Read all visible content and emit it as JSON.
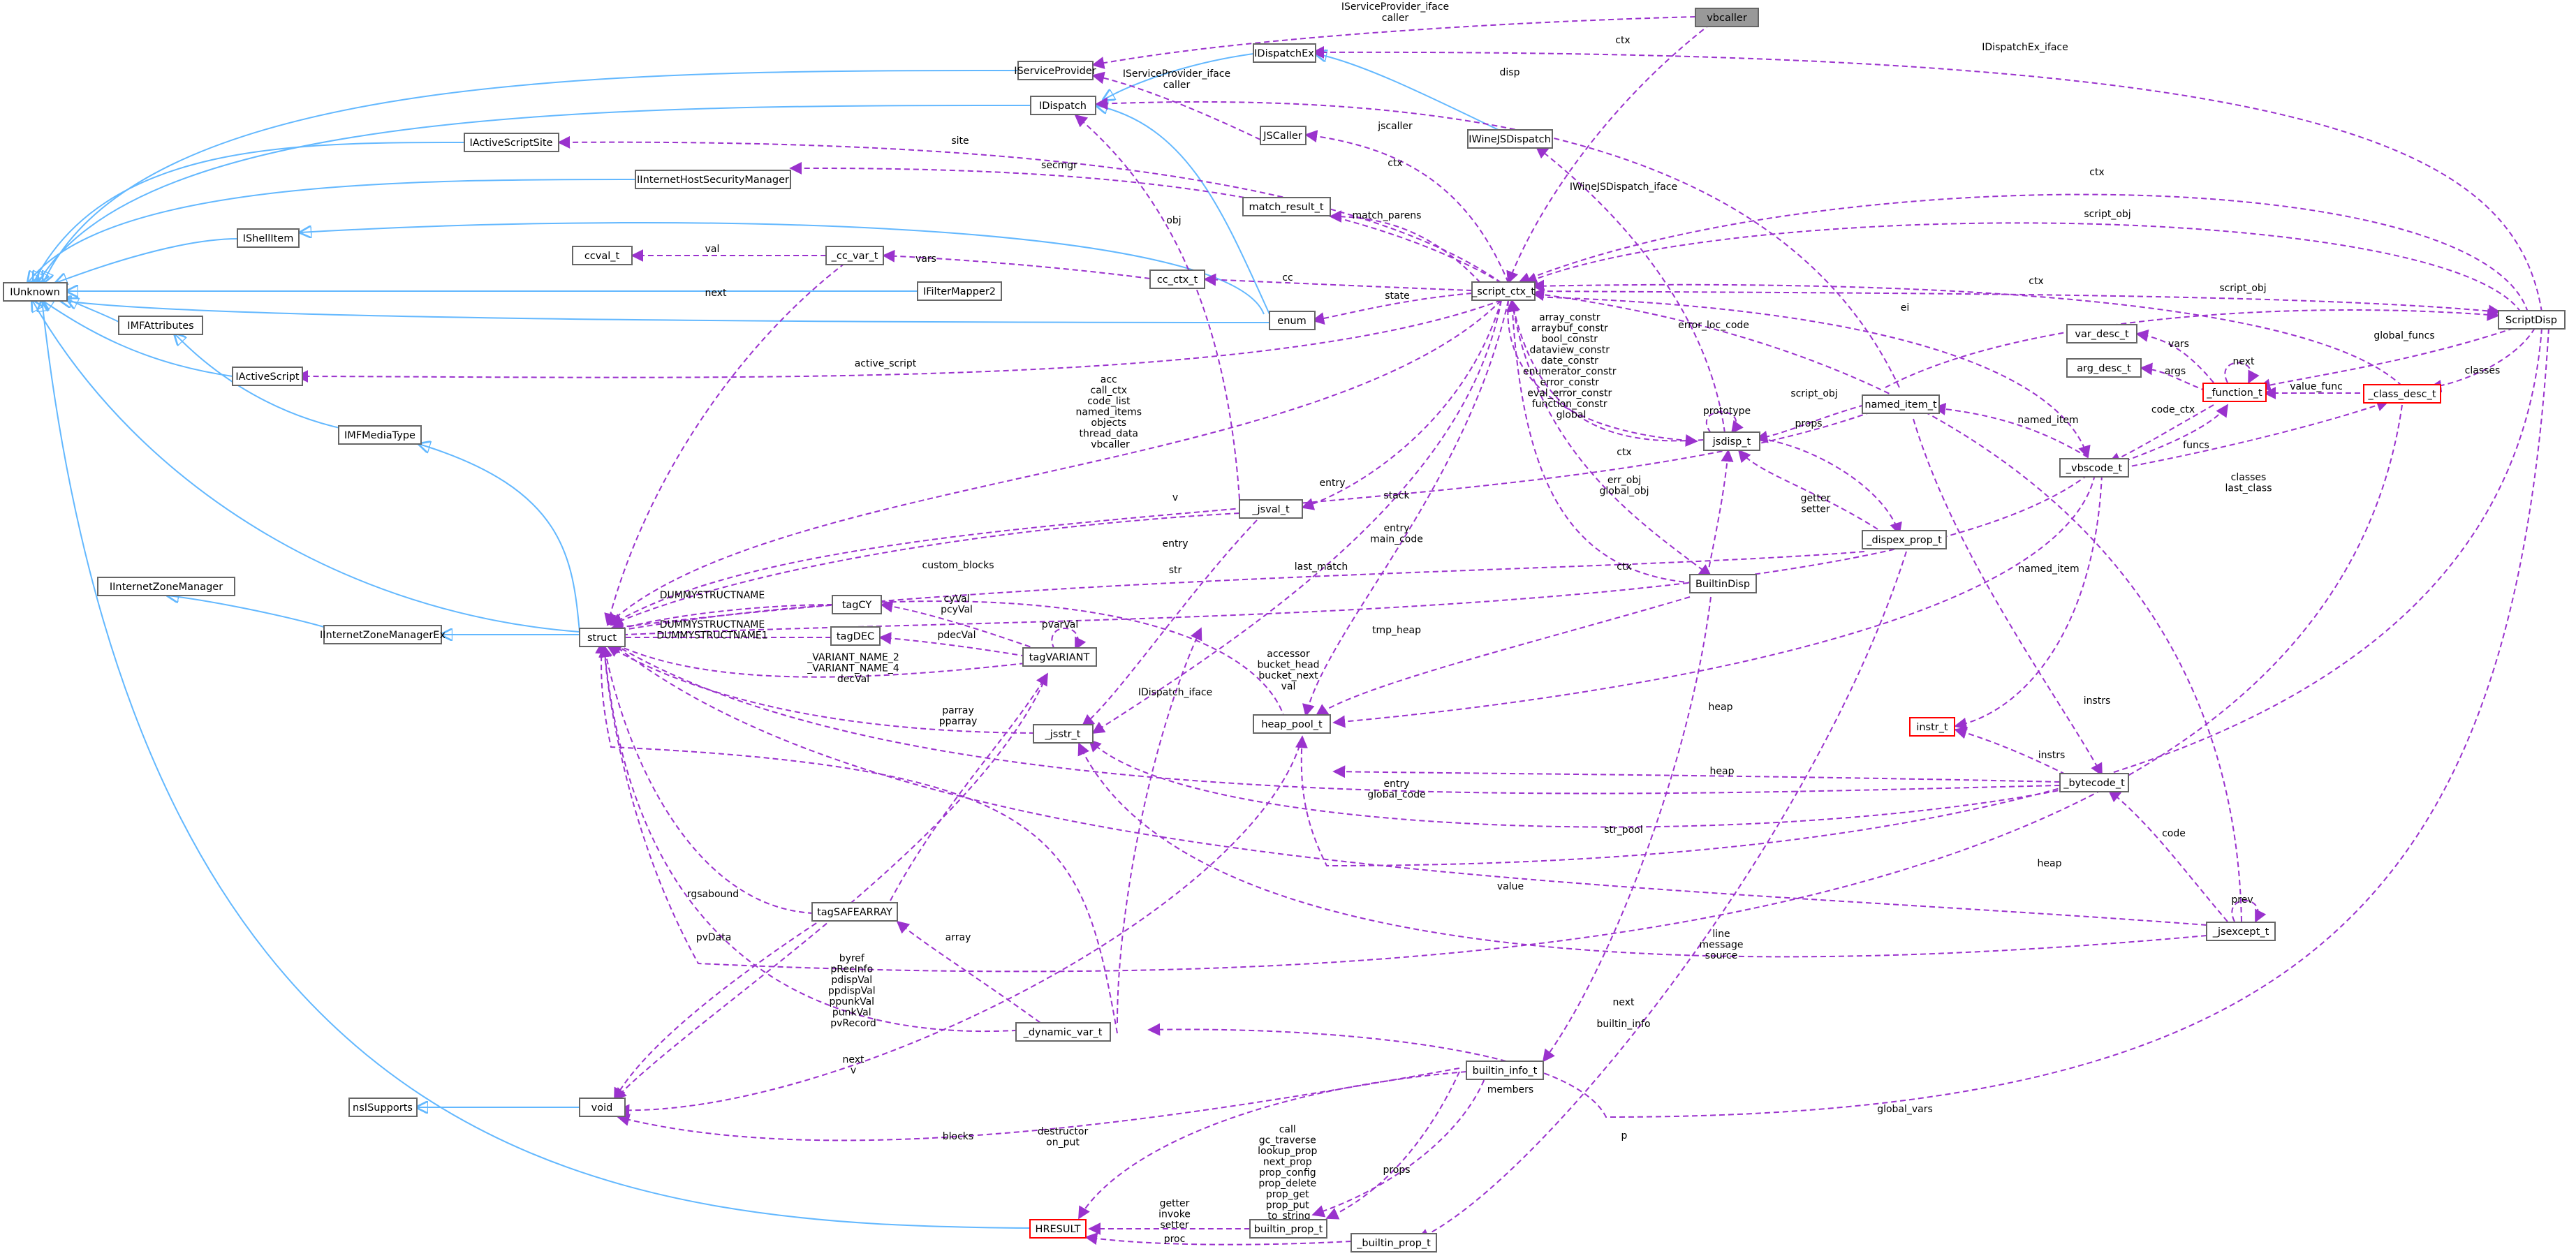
{
  "colors": {
    "inheritance": "#63b8ff",
    "usage": "#9a32cd",
    "node_border": "#666666",
    "node_border_incomplete": "#ff0000",
    "node_highlight_fill": "#999999"
  },
  "nodes": {
    "vbcaller": "vbcaller",
    "IServiceProvider": "IServiceProvider",
    "IDispatchEx": "IDispatchEx",
    "IDispatch": "IDispatch",
    "JSCaller": "JSCaller",
    "IWineJSDispatch": "IWineJSDispatch",
    "IActiveScriptSite": "IActiveScriptSite",
    "IInternetHostSecurityManager": "IInternetHostSecurityManager",
    "IShellItem": "IShellItem",
    "match_result_t": "match_result_t",
    "ccval_t": "ccval_t",
    "_cc_var_t": "_cc_var_t",
    "cc_ctx_t": "cc_ctx_t",
    "IUnknown": "IUnknown",
    "IFilterMapper2": "IFilterMapper2",
    "_script_ctx_t": "_script_ctx_t",
    "IMFAttributes": "IMFAttributes",
    "enum": "enum",
    "ScriptDisp": "ScriptDisp",
    "var_desc_t": "var_desc_t",
    "IActiveScript": "IActiveScript",
    "arg_desc_t": "arg_desc_t",
    "named_item_t": "named_item_t",
    "_function_t": "_function_t",
    "_class_desc_t": "_class_desc_t",
    "IMFMediaType": "IMFMediaType",
    "jsdisp_t": "jsdisp_t",
    "_vbscode_t": "_vbscode_t",
    "_jsval_t": "_jsval_t",
    "_dispex_prop_t": "_dispex_prop_t",
    "BuiltinDisp": "BuiltinDisp",
    "IInternetZoneManager": "IInternetZoneManager",
    "tagCY": "tagCY",
    "IInternetZoneManagerEx": "IInternetZoneManagerEx",
    "struct": "struct",
    "tagDEC": "tagDEC",
    "tagVARIANT": "tagVARIANT",
    "instr_t": "instr_t",
    "_jsstr_t": "_jsstr_t",
    "heap_pool_t": "heap_pool_t",
    "_bytecode_t": "_bytecode_t",
    "tagSAFEARRAY": "tagSAFEARRAY",
    "_jsexcept_t": "_jsexcept_t",
    "_dynamic_var_t": "_dynamic_var_t",
    "builtin_info_t": "builtin_info_t",
    "nsISupports": "nsISupports",
    "void": "void",
    "HRESULT": "HRESULT",
    "builtin_prop_t": "builtin_prop_t",
    "_builtin_prop_t": "_builtin_prop_t"
  },
  "edge_labels": [
    [
      "IServiceProvider_iface",
      "caller"
    ],
    [
      "IServiceProvider_iface",
      "caller"
    ],
    [
      "IDispatchEx_iface"
    ],
    [
      "ctx"
    ],
    [
      "disp"
    ],
    [
      "jscaller"
    ],
    [
      "IWineJSDispatch_iface"
    ],
    [
      "site"
    ],
    [
      "secmgr"
    ],
    [
      "ctx"
    ],
    [
      "ctx"
    ],
    [
      "script_obj"
    ],
    [
      "obj"
    ],
    [
      "match_parens"
    ],
    [
      "val"
    ],
    [
      "vars"
    ],
    [
      "cc"
    ],
    [
      "next"
    ],
    [
      "state"
    ],
    [
      "ctx"
    ],
    [
      "script_obj"
    ],
    [
      "ei"
    ],
    [
      "error_loc_code"
    ],
    [
      "global_funcs"
    ],
    [
      "vars"
    ],
    [
      "array_constr",
      "arraybuf_constr",
      "bool_constr",
      "dataview_constr",
      "date_constr",
      "enumerator_constr",
      "error_constr",
      "eval_error_constr",
      "function_constr",
      "global"
    ],
    [
      "active_script"
    ],
    [
      "classes"
    ],
    [
      "next"
    ],
    [
      "args"
    ],
    [
      "value_func"
    ],
    [
      "acc",
      "call_ctx",
      "code_list",
      "named_items",
      "objects",
      "thread_data",
      "vbcaller"
    ],
    [
      "script_obj"
    ],
    [
      "prototype"
    ],
    [
      "props"
    ],
    [
      "named_item"
    ],
    [
      "code_ctx"
    ],
    [
      "funcs"
    ],
    [
      "classes",
      "last_class"
    ],
    [
      "ctx"
    ],
    [
      "getter",
      "setter"
    ],
    [
      "stack"
    ],
    [
      "err_obj",
      "global_obj"
    ],
    [
      "entry"
    ],
    [
      "v"
    ],
    [
      "entry"
    ],
    [
      "custom_blocks"
    ],
    [
      "str"
    ],
    [
      "last_match"
    ],
    [
      "entry",
      "main_code"
    ],
    [
      "ctx"
    ],
    [
      "DUMMYSTRUCTNAME"
    ],
    [
      "pvarVal"
    ],
    [
      "cyVal",
      "pcyVal"
    ],
    [
      "DUMMYSTRUCTNAME",
      "DUMMYSTRUCTNAME1"
    ],
    [
      "pdecVal"
    ],
    [
      "_VARIANT_NAME_2",
      "_VARIANT_NAME_4",
      "decVal"
    ],
    [
      "tmp_heap"
    ],
    [
      "accessor",
      "bucket_head",
      "bucket_next",
      "val"
    ],
    [
      "named_item"
    ],
    [
      "IDispatch_iface"
    ],
    [
      "parray",
      "pparray"
    ],
    [
      "heap"
    ],
    [
      "instrs"
    ],
    [
      "instrs"
    ],
    [
      "heap"
    ],
    [
      "entry",
      "global_code"
    ],
    [
      "str_pool"
    ],
    [
      "code"
    ],
    [
      "heap"
    ],
    [
      "value"
    ],
    [
      "rgsabound"
    ],
    [
      "prev"
    ],
    [
      "line",
      "message",
      "source"
    ],
    [
      "array"
    ],
    [
      "pvData"
    ],
    [
      "byref",
      "pRecInfo",
      "pdispVal",
      "ppdispVal",
      "ppunkVal",
      "punkVal",
      "pvRecord"
    ],
    [
      "next"
    ],
    [
      "builtin_info"
    ],
    [
      "next",
      "v"
    ],
    [
      "members"
    ],
    [
      "global_vars"
    ],
    [
      "p"
    ],
    [
      "blocks"
    ],
    [
      "destructor",
      "on_put"
    ],
    [
      "call",
      "gc_traverse",
      "lookup_prop",
      "next_prop",
      "prop_config",
      "prop_delete",
      "prop_get",
      "prop_put",
      "to_string"
    ],
    [
      "props"
    ],
    [
      "getter",
      "invoke",
      "setter"
    ],
    [
      "proc"
    ]
  ]
}
